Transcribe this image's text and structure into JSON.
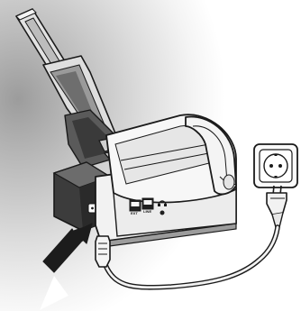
{
  "figure": {
    "ports": {
      "ext_label": "EXT",
      "line_label": "LINE"
    },
    "colors": {
      "line": "#1a1a1a",
      "device_body": "#f2f2f2",
      "device_shade": "#d9d9d9",
      "dark_housing": "#3c3c3c",
      "arrow": "#1c1c1c",
      "wall_outlet": "#fafafa"
    },
    "icons": [
      "fax-machine-illustration",
      "power-socket-icon",
      "power-plug-icon",
      "pointing-arrow-icon",
      "handset-port-icon"
    ]
  }
}
